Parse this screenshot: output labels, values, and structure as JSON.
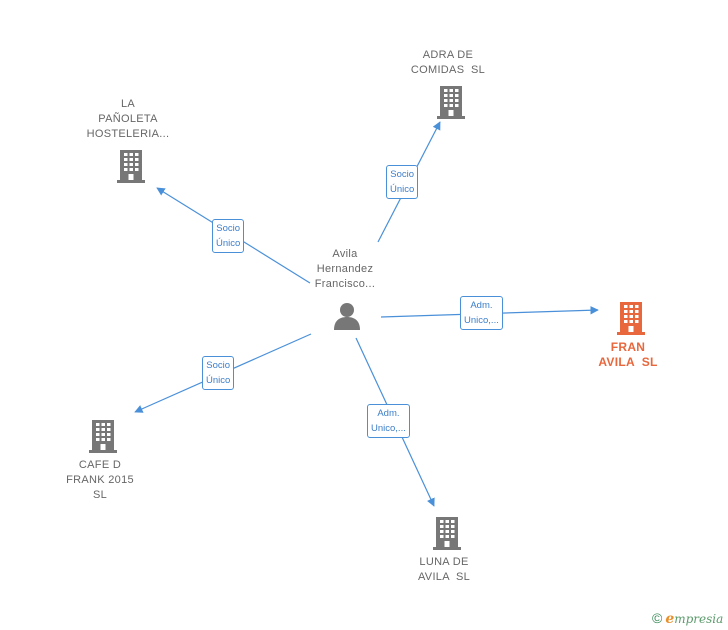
{
  "center": {
    "name_lines": [
      "Avila",
      "Hernandez",
      "Francisco..."
    ],
    "icon": "person-icon"
  },
  "companies": [
    {
      "id": "adra",
      "name_lines": [
        "ADRA DE",
        "COMIDAS  SL"
      ],
      "icon": "building-icon"
    },
    {
      "id": "panoleta",
      "name_lines": [
        "LA",
        "PAÑOLETA",
        "HOSTELERIA..."
      ],
      "icon": "building-icon"
    },
    {
      "id": "fran",
      "name_lines": [
        "FRAN",
        "AVILA  SL"
      ],
      "icon": "building-icon",
      "highlight": true
    },
    {
      "id": "cafe",
      "name_lines": [
        "CAFE D",
        "FRANK 2015",
        "SL"
      ],
      "icon": "building-icon"
    },
    {
      "id": "luna",
      "name_lines": [
        "LUNA DE",
        "AVILA  SL"
      ],
      "icon": "building-icon"
    }
  ],
  "edges": [
    {
      "to": "adra",
      "label_lines": [
        "Socio",
        "Único"
      ]
    },
    {
      "to": "panoleta",
      "label_lines": [
        "Socio",
        "Único"
      ]
    },
    {
      "to": "fran",
      "label_lines": [
        "Adm.",
        "Unico,..."
      ]
    },
    {
      "to": "cafe",
      "label_lines": [
        "Socio",
        "Único"
      ]
    },
    {
      "to": "luna",
      "label_lines": [
        "Adm.",
        "Unico,..."
      ]
    }
  ],
  "colors": {
    "edge": "#4a90d9",
    "node_gray": "#777777",
    "node_highlight": "#e8673c"
  },
  "brand": {
    "copyright": "©",
    "e": "e",
    "rest": "mpresia"
  }
}
